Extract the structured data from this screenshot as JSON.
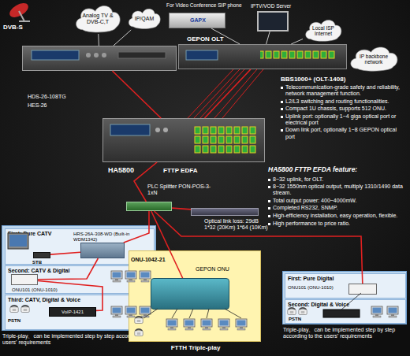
{
  "diagram": {
    "nodes": [
      {
        "text": [
          "Analog TV & DVB-C,T"
        ]
      },
      {
        "text": [
          "IP/QAM"
        ]
      },
      {
        "text": [
          "HDS-26-108TG",
          "HES-26"
        ]
      },
      {
        "text": [
          "For Video Conference SIP phone",
          "GAPX"
        ]
      },
      {
        "text": [
          "IPTV/VOD Server"
        ]
      },
      {
        "text": [
          "Local ISP Internet"
        ]
      },
      {
        "text": [
          "GEPON OLT"
        ]
      },
      {
        "text": [
          "IP backbone network"
        ]
      },
      {
        "text": [
          "HA5800",
          "FTTP EDFA"
        ]
      },
      {
        "text": [
          "PLC Splitter PON-POS-3-1xN"
        ]
      },
      {
        "text": [
          "Optical link loss: 29dB 1*32 (20Km) 1*64 (10Km)"
        ]
      },
      {
        "text": [
          "Triple-play、can be implemented step by step according to the users' requirements"
        ]
      },
      {
        "text": [
          "First: Pure CATV"
        ],
        "in": 11
      },
      {
        "text": [
          "STB"
        ],
        "in": 12
      },
      {
        "text": [
          "HRS-26A-308-WD (Built-in WDM1342)"
        ],
        "in": 12
      },
      {
        "text": [
          "Second: CATV & Digital"
        ],
        "in": 11
      },
      {
        "text": [
          "ONU101 (ONU-1010)"
        ],
        "in": 15
      },
      {
        "text": [
          "Third: CATV, Digital & Voice"
        ],
        "in": 11
      },
      {
        "text": [
          "VoIP-1421"
        ],
        "in": 17
      },
      {
        "text": [
          "FTTH Triple-play"
        ]
      },
      {
        "text": [
          "ONU-1042-21",
          "GEPON ONU"
        ],
        "in": 19
      },
      {
        "text": [
          "Triple-play、can be implemented step by step according to the users' requirements"
        ]
      },
      {
        "text": [
          "First: Pure Digital"
        ],
        "in": 21
      },
      {
        "text": [
          "ONU101 (ONU-1010)"
        ],
        "in": 22
      },
      {
        "text": [
          "Second: Digital & Voice"
        ],
        "in": 21
      }
    ],
    "edges": [
      {
        "from": 0,
        "to": 2,
        "arrow": "none"
      },
      {
        "from": 1,
        "to": 2,
        "arrow": "none"
      },
      {
        "from": 2,
        "to": 8,
        "arrow": "none"
      },
      {
        "from": 3,
        "to": 6,
        "arrow": "none"
      },
      {
        "from": 4,
        "to": 6,
        "arrow": "none"
      },
      {
        "from": 5,
        "to": 6,
        "arrow": "none"
      },
      {
        "from": 7,
        "to": 6,
        "arrow": "none"
      },
      {
        "from": 6,
        "to": 8,
        "arrow": "none"
      },
      {
        "from": 8,
        "to": 9,
        "arrow": "none"
      },
      {
        "from": 9,
        "to": 10,
        "arrow": "none"
      },
      {
        "from": 9,
        "to": 14,
        "arrow": "none"
      },
      {
        "from": 9,
        "to": 20,
        "arrow": "none"
      },
      {
        "from": 9,
        "to": 23,
        "arrow": "none"
      },
      {
        "from": 14,
        "to": 13,
        "arrow": "none"
      },
      {
        "from": 14,
        "to": 16,
        "arrow": "none"
      },
      {
        "from": 16,
        "to": 18,
        "arrow": "none"
      }
    ],
    "labels": [
      "DVB-S",
      "BBS1000+ (OLT-1408)",
      "Telecommunication-grade safety and reliability, network management function.",
      "L2/L3 switching and routing functionalities.",
      "Compact 1U chassis, supports 512 ONU.",
      "Uplink port: optionally 1~4 giga optical port or electrical port",
      "Down link port, optionally 1~8 GEPON optical port",
      "HA5800 FTTP EFDA feature:",
      "8~32 uplink, for OLT.",
      "8~32 1550nm optical output, multiply 1310/1490 data stream.",
      "Total output power: 400~4000mW.",
      "Completed RS232, SNMP.",
      "High-efficiency installation, easy operation, flexible.",
      "High performance to price ratio.",
      "PSTN",
      "PSTN"
    ]
  }
}
